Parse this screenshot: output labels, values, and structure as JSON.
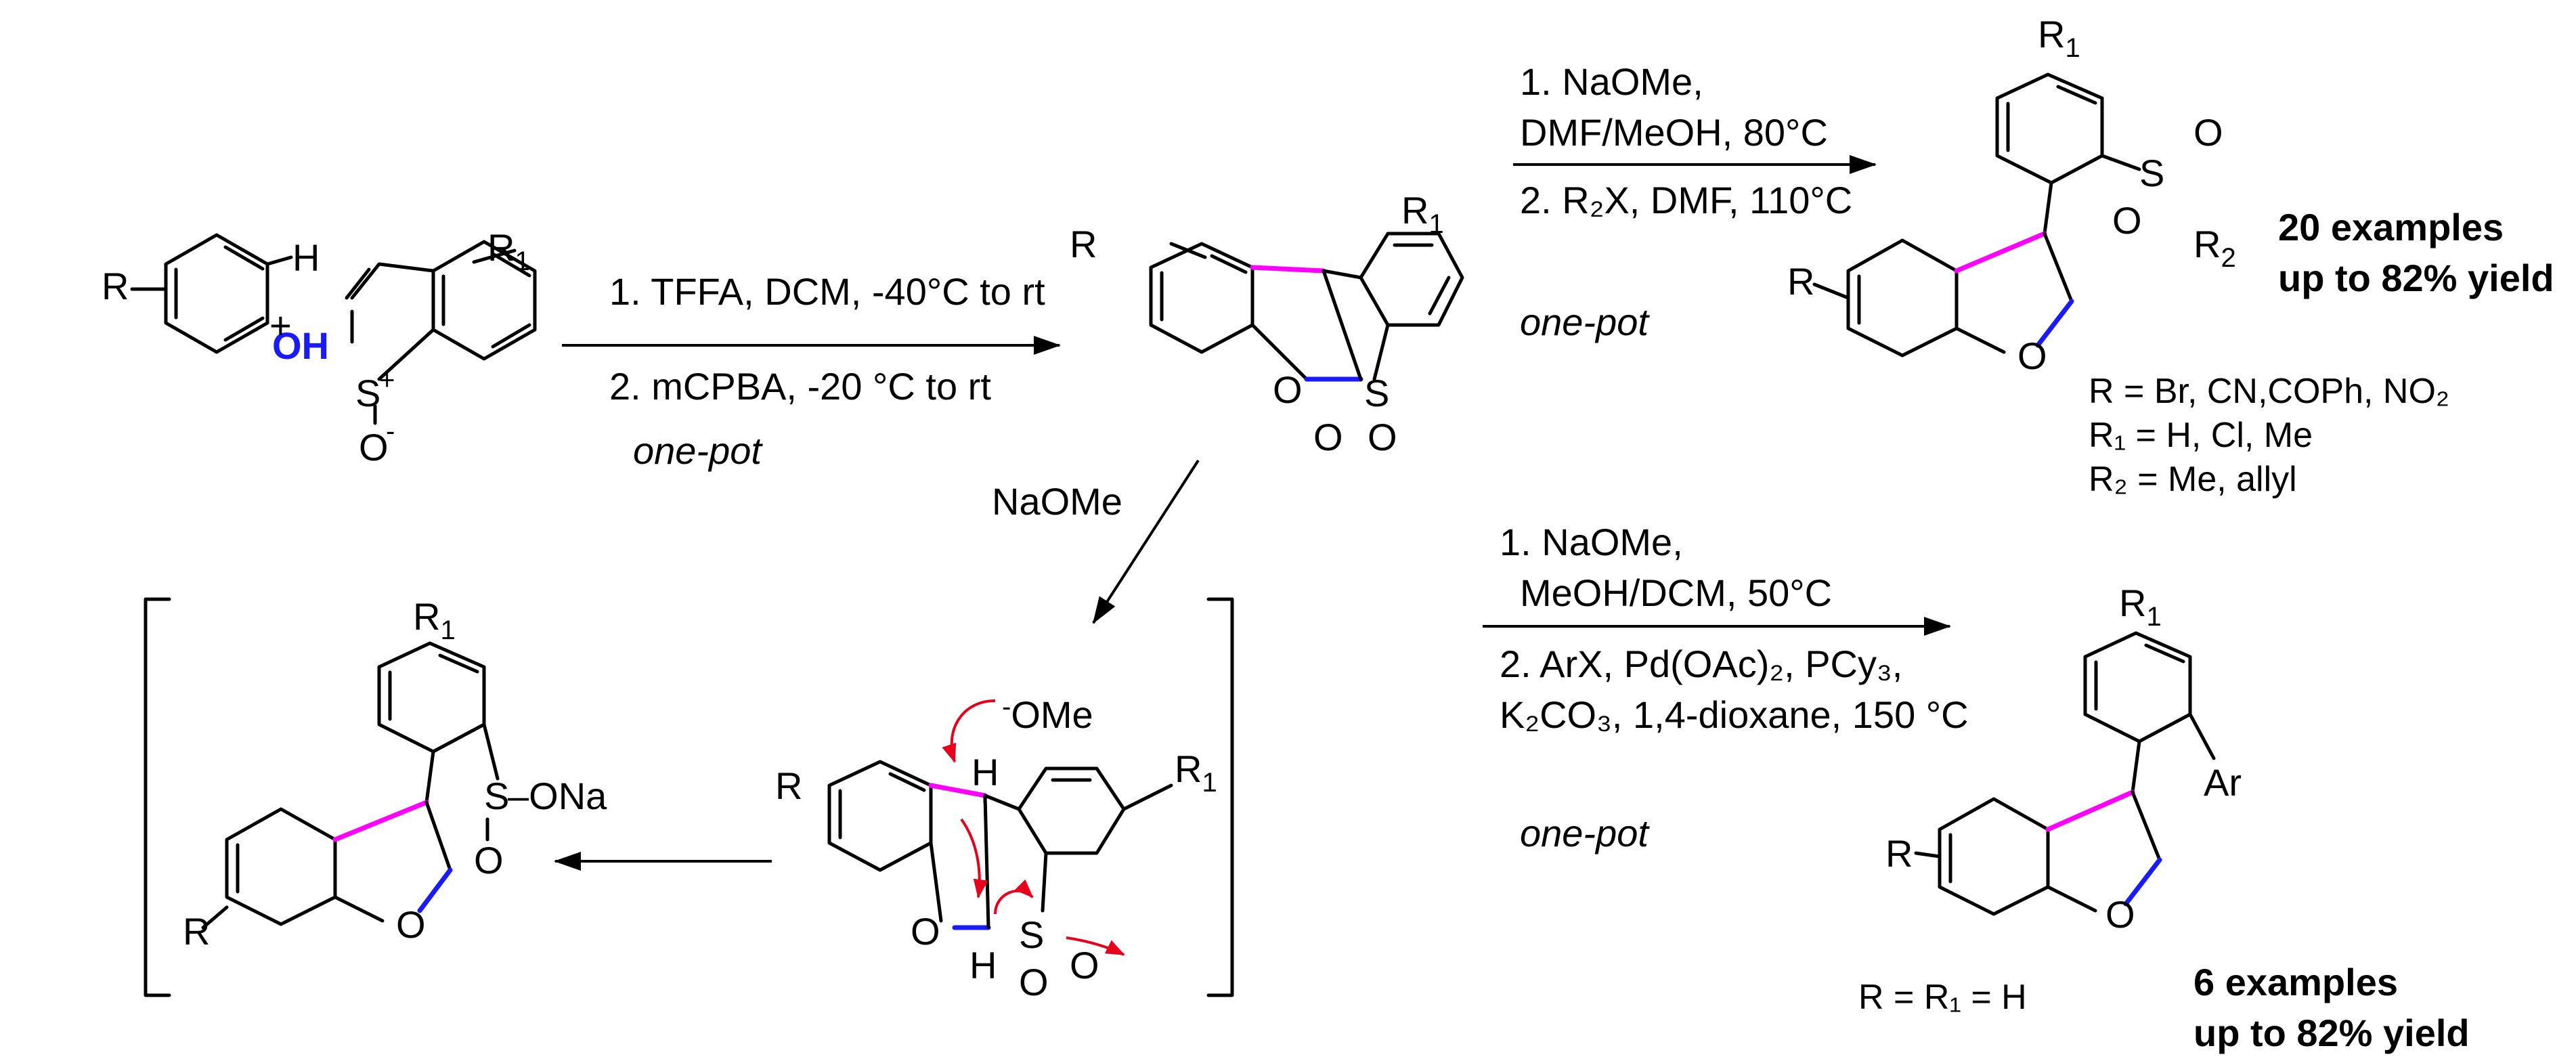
{
  "labels": {
    "R": "R",
    "H": "H",
    "OH": "OH",
    "plus": "+",
    "S_plus": "S",
    "plus_sup": "+",
    "O_minus": "O",
    "minus_sup": "-",
    "R1_R": "R",
    "R1_sub": "1",
    "O": "O",
    "S": "S",
    "R2_R": "R",
    "R2_sub": "2",
    "Ar": "Ar",
    "SONa": "S",
    "ONa": "–ONa",
    "OMe": "OMe",
    "OMe_minus": "-"
  },
  "conditions": {
    "step1_line1": "1. TFFA, DCM, -40°C to rt",
    "step1_line2": "2. mCPBA, -20 °C to rt",
    "step1_onepot": "one-pot",
    "top_line1": "1. NaOMe,",
    "top_line2": "DMF/MeOH, 80°C",
    "top_line3": "2. R₂X, DMF, 110°C",
    "top_onepot": "one-pot",
    "naome": "NaOMe",
    "bot_line1": "1. NaOMe,",
    "bot_line2": "MeOH/DCM, 50°C",
    "bot_line3": "2. ArX, Pd(OAc)₂, PCy₃,",
    "bot_line4": "K₂CO₃, 1,4-dioxane, 150 °C",
    "bot_onepot": "one-pot"
  },
  "results": {
    "top_examples": "20 examples",
    "top_yield": "up to 82% yield",
    "top_scope1": "R = Br, CN,COPh, NO₂",
    "top_scope2": "R₁ = H, Cl, Me",
    "top_scope3": "R₂ = Me, allyl",
    "bot_scope": "R = R₁ = H",
    "bot_examples": "6 examples",
    "bot_yield": "up to 82% yield"
  },
  "colors": {
    "highlight_pink": "#ff00ff",
    "highlight_blue": "#1a1aff",
    "arrow_red": "#e8001c",
    "oh_blue": "#1a1aff"
  }
}
